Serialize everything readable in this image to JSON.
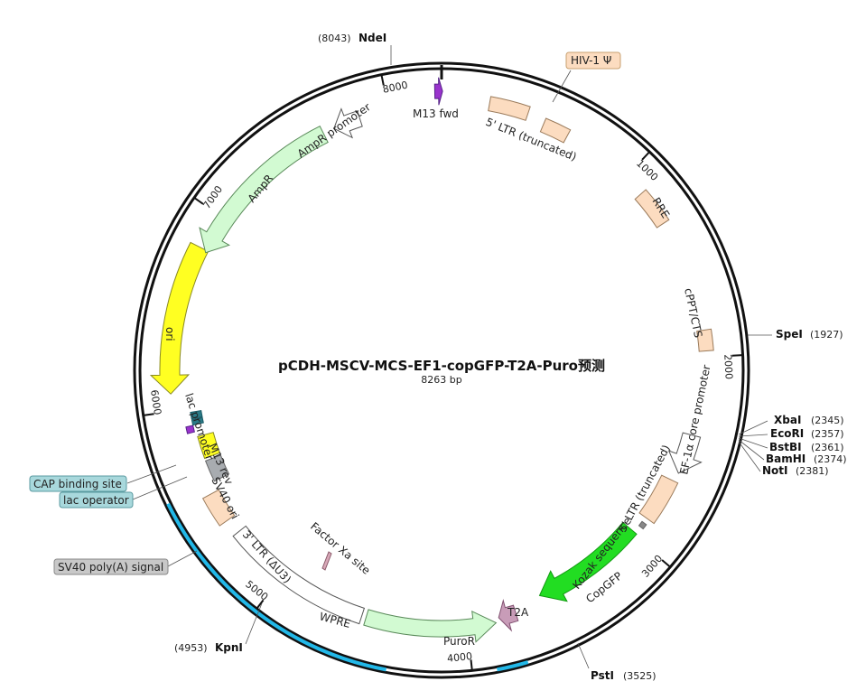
{
  "title": "pCDH-MSCV-MCS-EF1-copGFP-T2A-Puro预测",
  "length_label": "8263 bp",
  "colors": {
    "ltr": "#fcdcc0",
    "amp": "#d2fad2",
    "ori": "#ffff22",
    "gfp": "#22dd22",
    "sv40ori": "#ffff22",
    "polyA": "#a8acb0",
    "cap": "#2a7a86",
    "t2a": "#c89cb8",
    "blue_band": "#22b8e8",
    "purple": "#9933cc"
  },
  "ticks": [
    {
      "label": "1000",
      "deg": 43.6
    },
    {
      "label": "2000",
      "deg": 87.1
    },
    {
      "label": "3000",
      "deg": 130.7
    },
    {
      "label": "4000",
      "deg": 174.2
    },
    {
      "label": "5000",
      "deg": 217.8
    },
    {
      "label": "6000",
      "deg": 261.4
    },
    {
      "label": "7000",
      "deg": 304.9
    },
    {
      "label": "8000",
      "deg": 348.5
    }
  ],
  "features": {
    "m13_fwd": "M13 fwd",
    "ltr5_trunc": "5' LTR (truncated)",
    "rre": "RRE",
    "cppt": "cPPT/CTS",
    "ef1a": "EF-1α core promoter",
    "ltr5_trunc2": "5' LTR (truncated)",
    "kozak": "Kozak sequence",
    "copgfp": "CopGFP",
    "t2a": "T2A",
    "puror": "PuroR",
    "wpre": "WPRE",
    "ltr3": "3' LTR (ΔU3)",
    "sv40ori": "SV40 ori",
    "m13rev": "M13 rev",
    "lacprom": "lac promoter",
    "ori": "ori",
    "ampr": "AmpR",
    "ampprom": "AmpR promoter",
    "factorxa": "Factor Xa site"
  },
  "boxed_labels": {
    "hiv": "HIV-1 Ψ",
    "cap": "CAP binding site",
    "lacop": "lac operator",
    "polya": "SV40 poly(A) signal"
  },
  "sites": [
    {
      "name": "NdeI",
      "pos": "(8043)"
    },
    {
      "name": "SpeI",
      "pos": "(1927)"
    },
    {
      "name": "XbaI",
      "pos": "(2345)"
    },
    {
      "name": "EcoRI",
      "pos": "(2357)"
    },
    {
      "name": "BstBI",
      "pos": "(2361)"
    },
    {
      "name": "BamHI",
      "pos": "(2374)"
    },
    {
      "name": "NotI",
      "pos": "(2381)"
    },
    {
      "name": "PstI",
      "pos": "(3525)"
    },
    {
      "name": "KpnI",
      "pos": "(4953)"
    }
  ]
}
